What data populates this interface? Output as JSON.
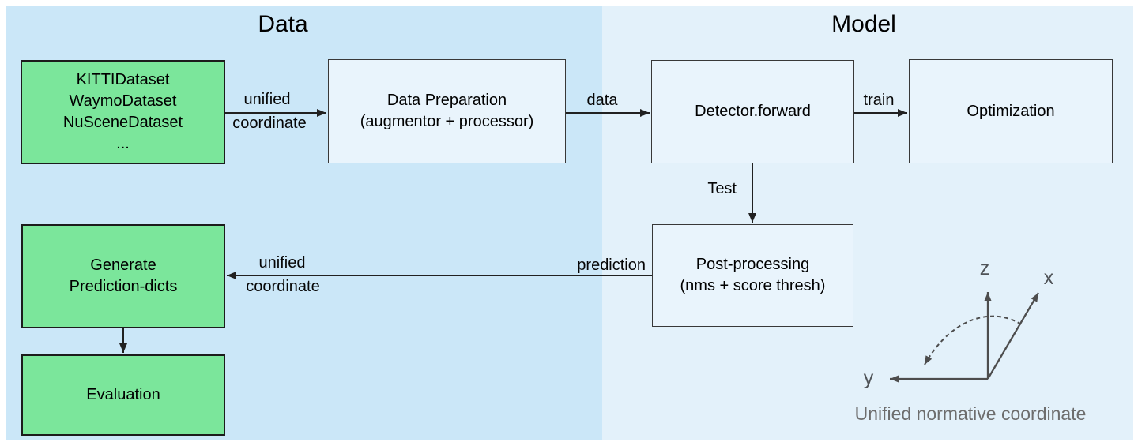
{
  "sections": {
    "data": {
      "title": "Data"
    },
    "model": {
      "title": "Model"
    }
  },
  "nodes": {
    "datasets": {
      "line1": "KITTIDataset",
      "line2": "WaymoDataset",
      "line3": "NuSceneDataset",
      "line4": "..."
    },
    "data_preparation": {
      "line1": "Data Preparation",
      "line2": "(augmentor + processor)"
    },
    "detector": {
      "label": "Detector.forward"
    },
    "optimization": {
      "label": "Optimization"
    },
    "post_processing": {
      "line1": "Post-processing",
      "line2": "(nms + score thresh)"
    },
    "generate_prediction": {
      "line1": "Generate",
      "line2": "Prediction-dicts"
    },
    "evaluation": {
      "label": "Evaluation"
    }
  },
  "edge_labels": {
    "unified_coordinate_top": {
      "line1": "unified",
      "line2": "coordinate"
    },
    "data": "data",
    "train": "train",
    "test": "Test",
    "prediction": "prediction",
    "unified_coordinate_bottom": {
      "line1": "unified",
      "line2": "coordinate"
    }
  },
  "coordinate_diagram": {
    "z_label": "z",
    "x_label": "x",
    "y_label": "y",
    "caption": "Unified normative coordinate"
  },
  "colors": {
    "data_panel_bg": "#cbe7f8",
    "model_panel_bg": "#e3f1fa",
    "dataset_node_fill": "#7be69b",
    "process_node_fill": "#e9f4fc",
    "node_border_dark": "#1c1c1c",
    "connector": "#212121",
    "axis_gray": "#4d4d4d",
    "caption_gray": "#6d6d6d"
  }
}
